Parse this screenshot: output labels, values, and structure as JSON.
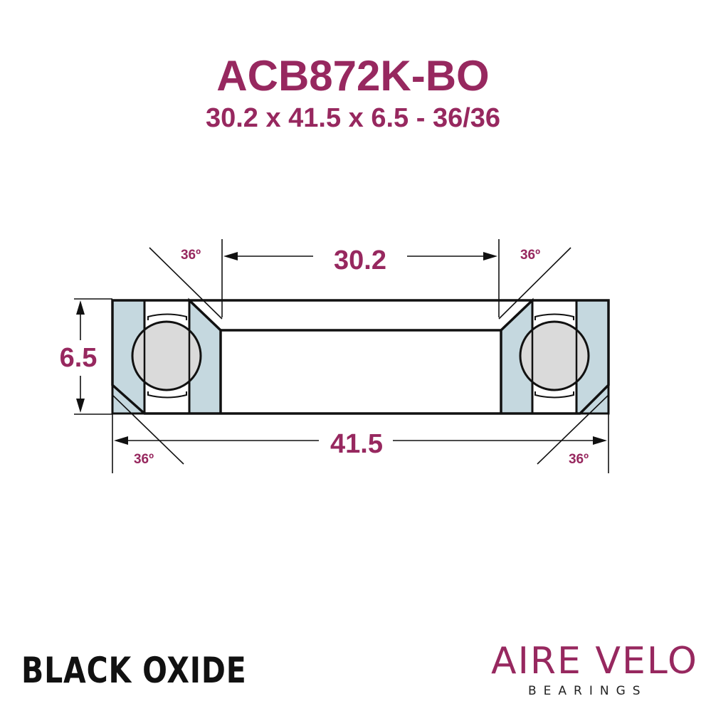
{
  "header": {
    "part_number": "ACB872K-BO",
    "spec_line": "30.2 x 41.5 x 6.5 - 36/36"
  },
  "dimensions": {
    "inner_diameter": "30.2",
    "outer_diameter": "41.5",
    "height": "6.5",
    "angle_top_left": "36º",
    "angle_top_right": "36º",
    "angle_bottom_left": "36º",
    "angle_bottom_right": "36º"
  },
  "footer": {
    "finish": "BLACK OXIDE",
    "brand": "AIRE VELO",
    "brand_sub": "BEARINGS"
  },
  "colors": {
    "accent": "#97285f",
    "outline": "#111111",
    "race_fill": "#c5d8df",
    "ball_fill": "#dadada",
    "text_dark": "#111111"
  }
}
